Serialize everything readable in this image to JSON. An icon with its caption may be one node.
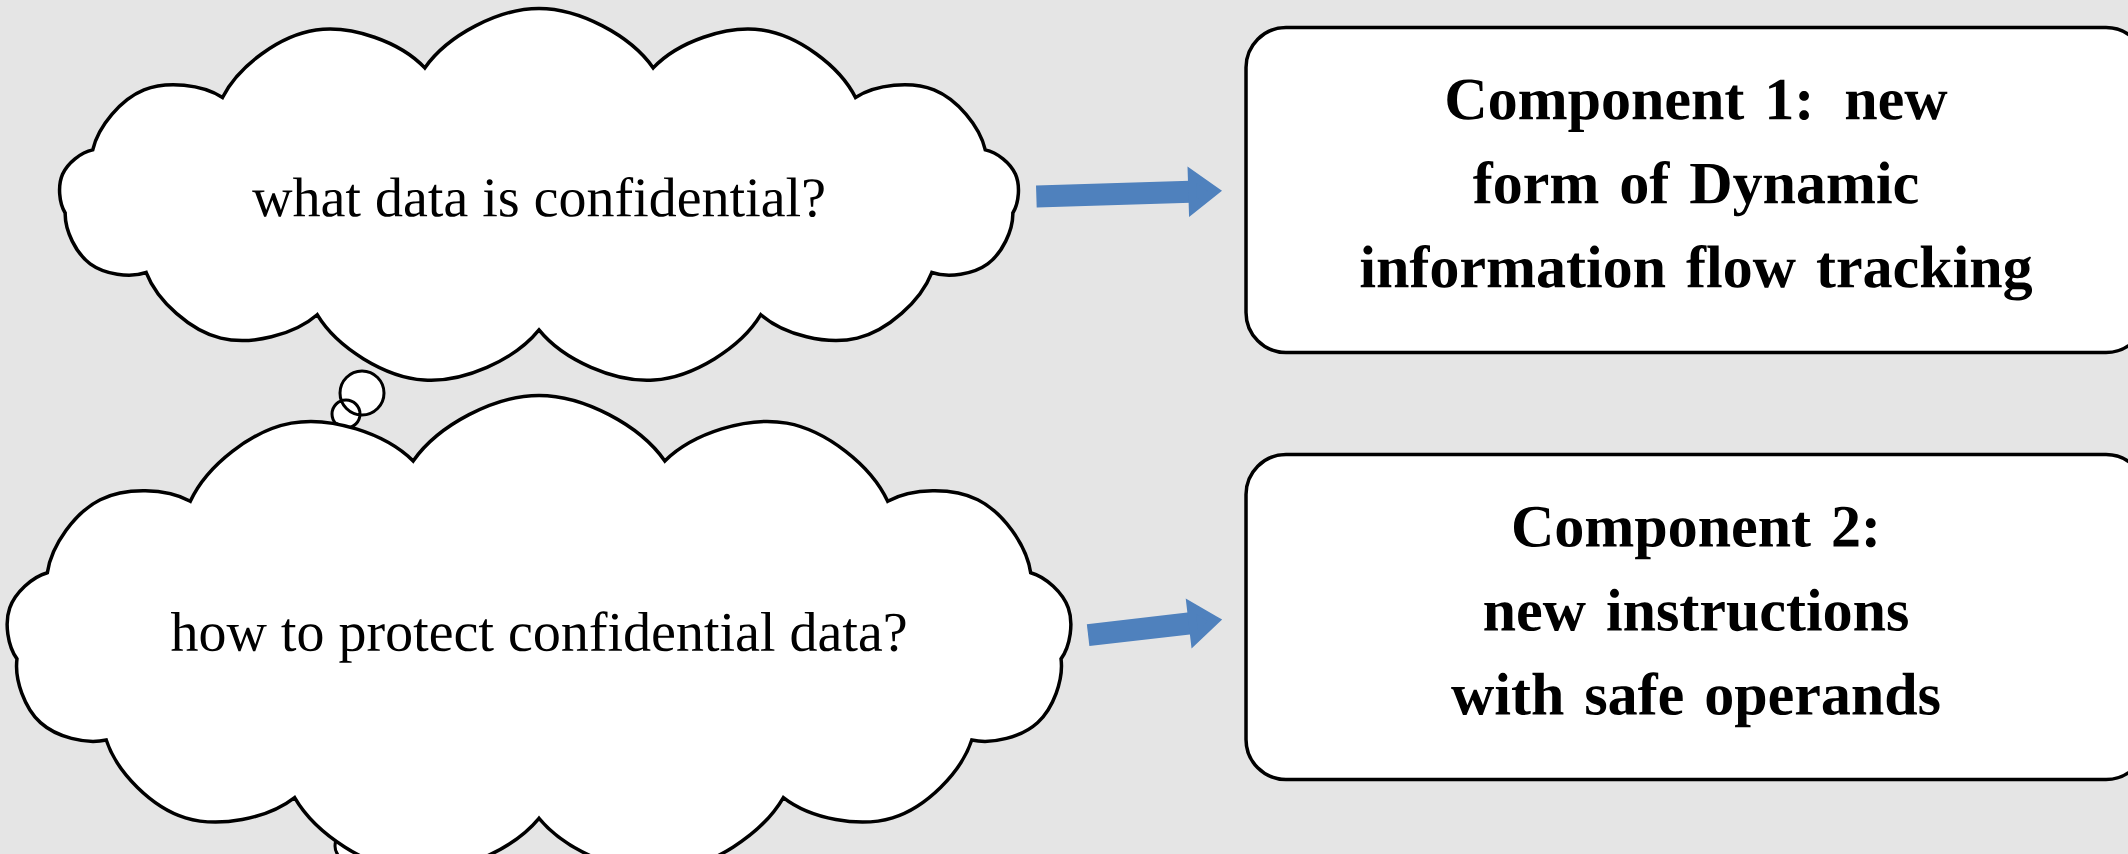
{
  "diagram": {
    "nodes": [
      {
        "text": [
          "what data is confidential?"
        ]
      },
      {
        "text": [
          "Component 1: new form of Dynamic information flow tracking"
        ]
      },
      {
        "text": [
          "how to protect confidential data?"
        ]
      },
      {
        "text": [
          "Component 2: new instructions with safe operands"
        ]
      }
    ],
    "edges": [
      {
        "from": 0,
        "to": 1,
        "arrow": "to"
      },
      {
        "from": 2,
        "to": 3,
        "arrow": "to"
      }
    ]
  }
}
